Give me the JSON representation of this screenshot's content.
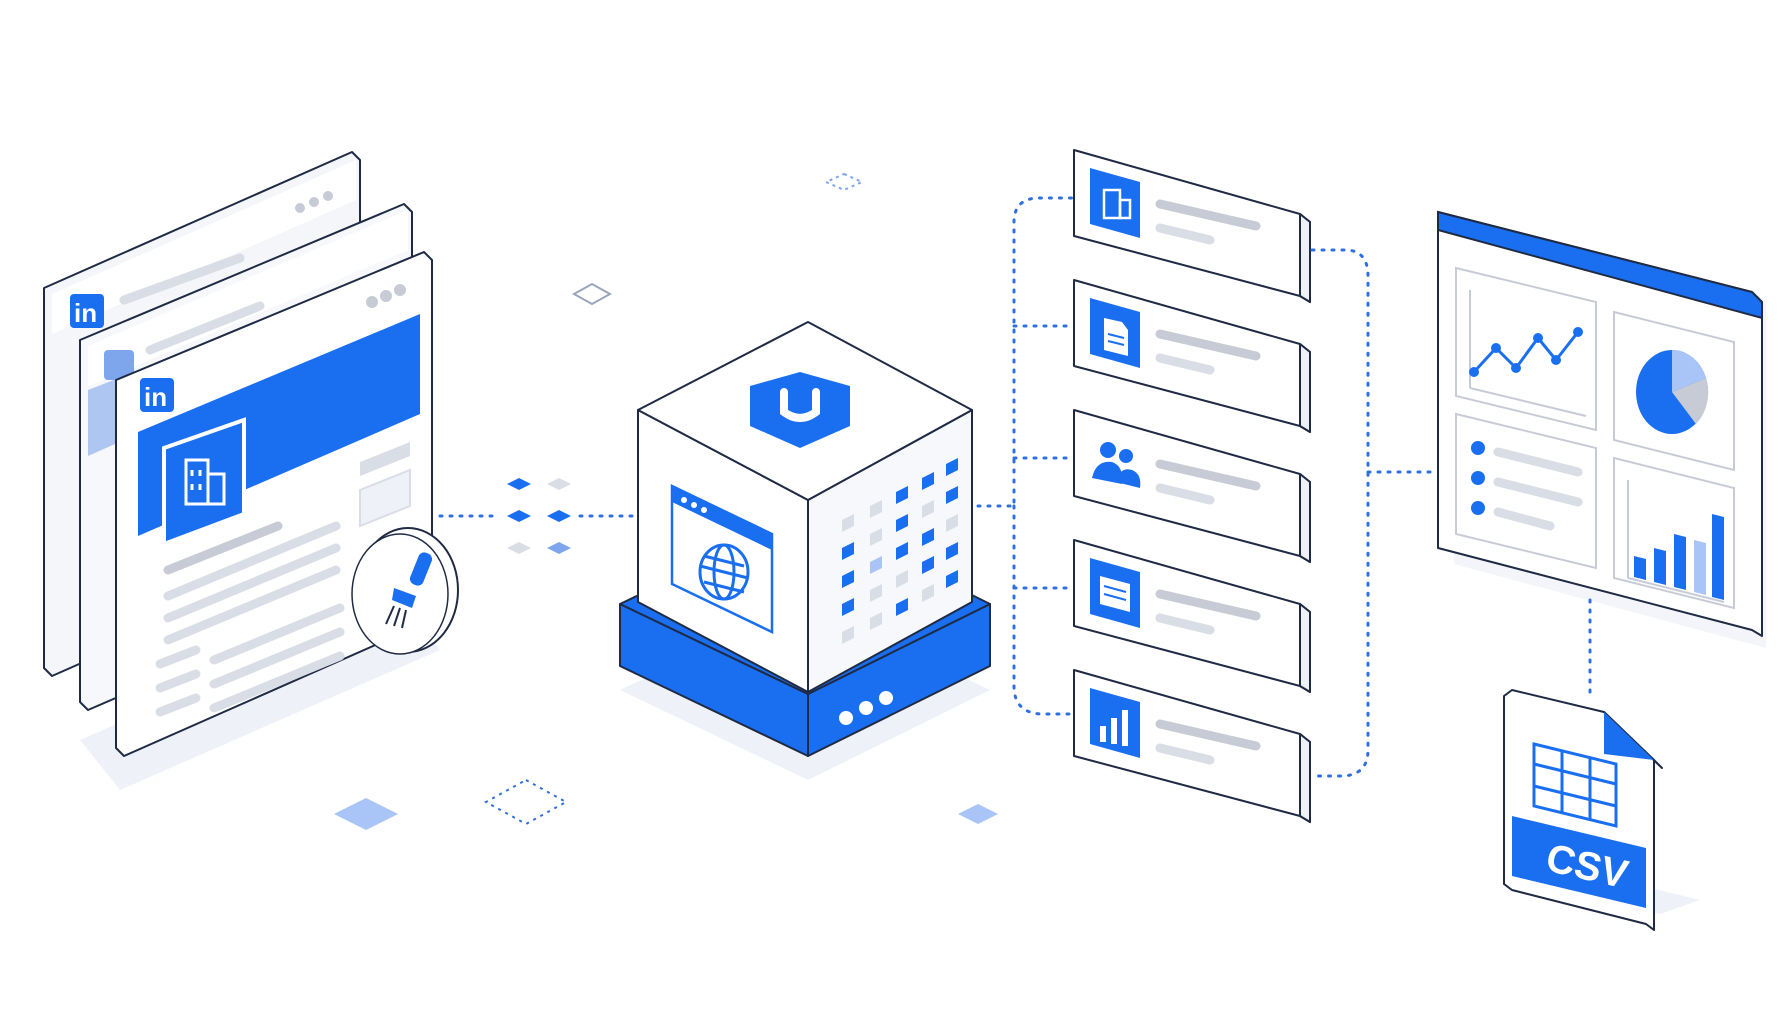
{
  "diagram": {
    "source": {
      "name": "linkedin-company-pages",
      "logo_text": "in",
      "tool": "scraper-brush-icon"
    },
    "engine": {
      "name": "scraper-engine-cube",
      "badge_icon": "hexagon-u-icon",
      "panel_icon": "globe-browser-icon"
    },
    "records": [
      {
        "icon": "building-icon"
      },
      {
        "icon": "document-icon"
      },
      {
        "icon": "people-icon"
      },
      {
        "icon": "profile-card-icon"
      },
      {
        "icon": "bar-chart-icon"
      }
    ],
    "dashboard": {
      "widgets": [
        "line-chart-widget",
        "pie-chart-widget",
        "list-widget",
        "bar-chart-widget"
      ]
    },
    "export": {
      "label": "CSV"
    }
  },
  "colors": {
    "primary": "#1a6ff0",
    "outline": "#1f2a44",
    "light_blue": "#a9c5f7",
    "gray": "#c6cbd6",
    "connector": "#2f6fe0"
  }
}
